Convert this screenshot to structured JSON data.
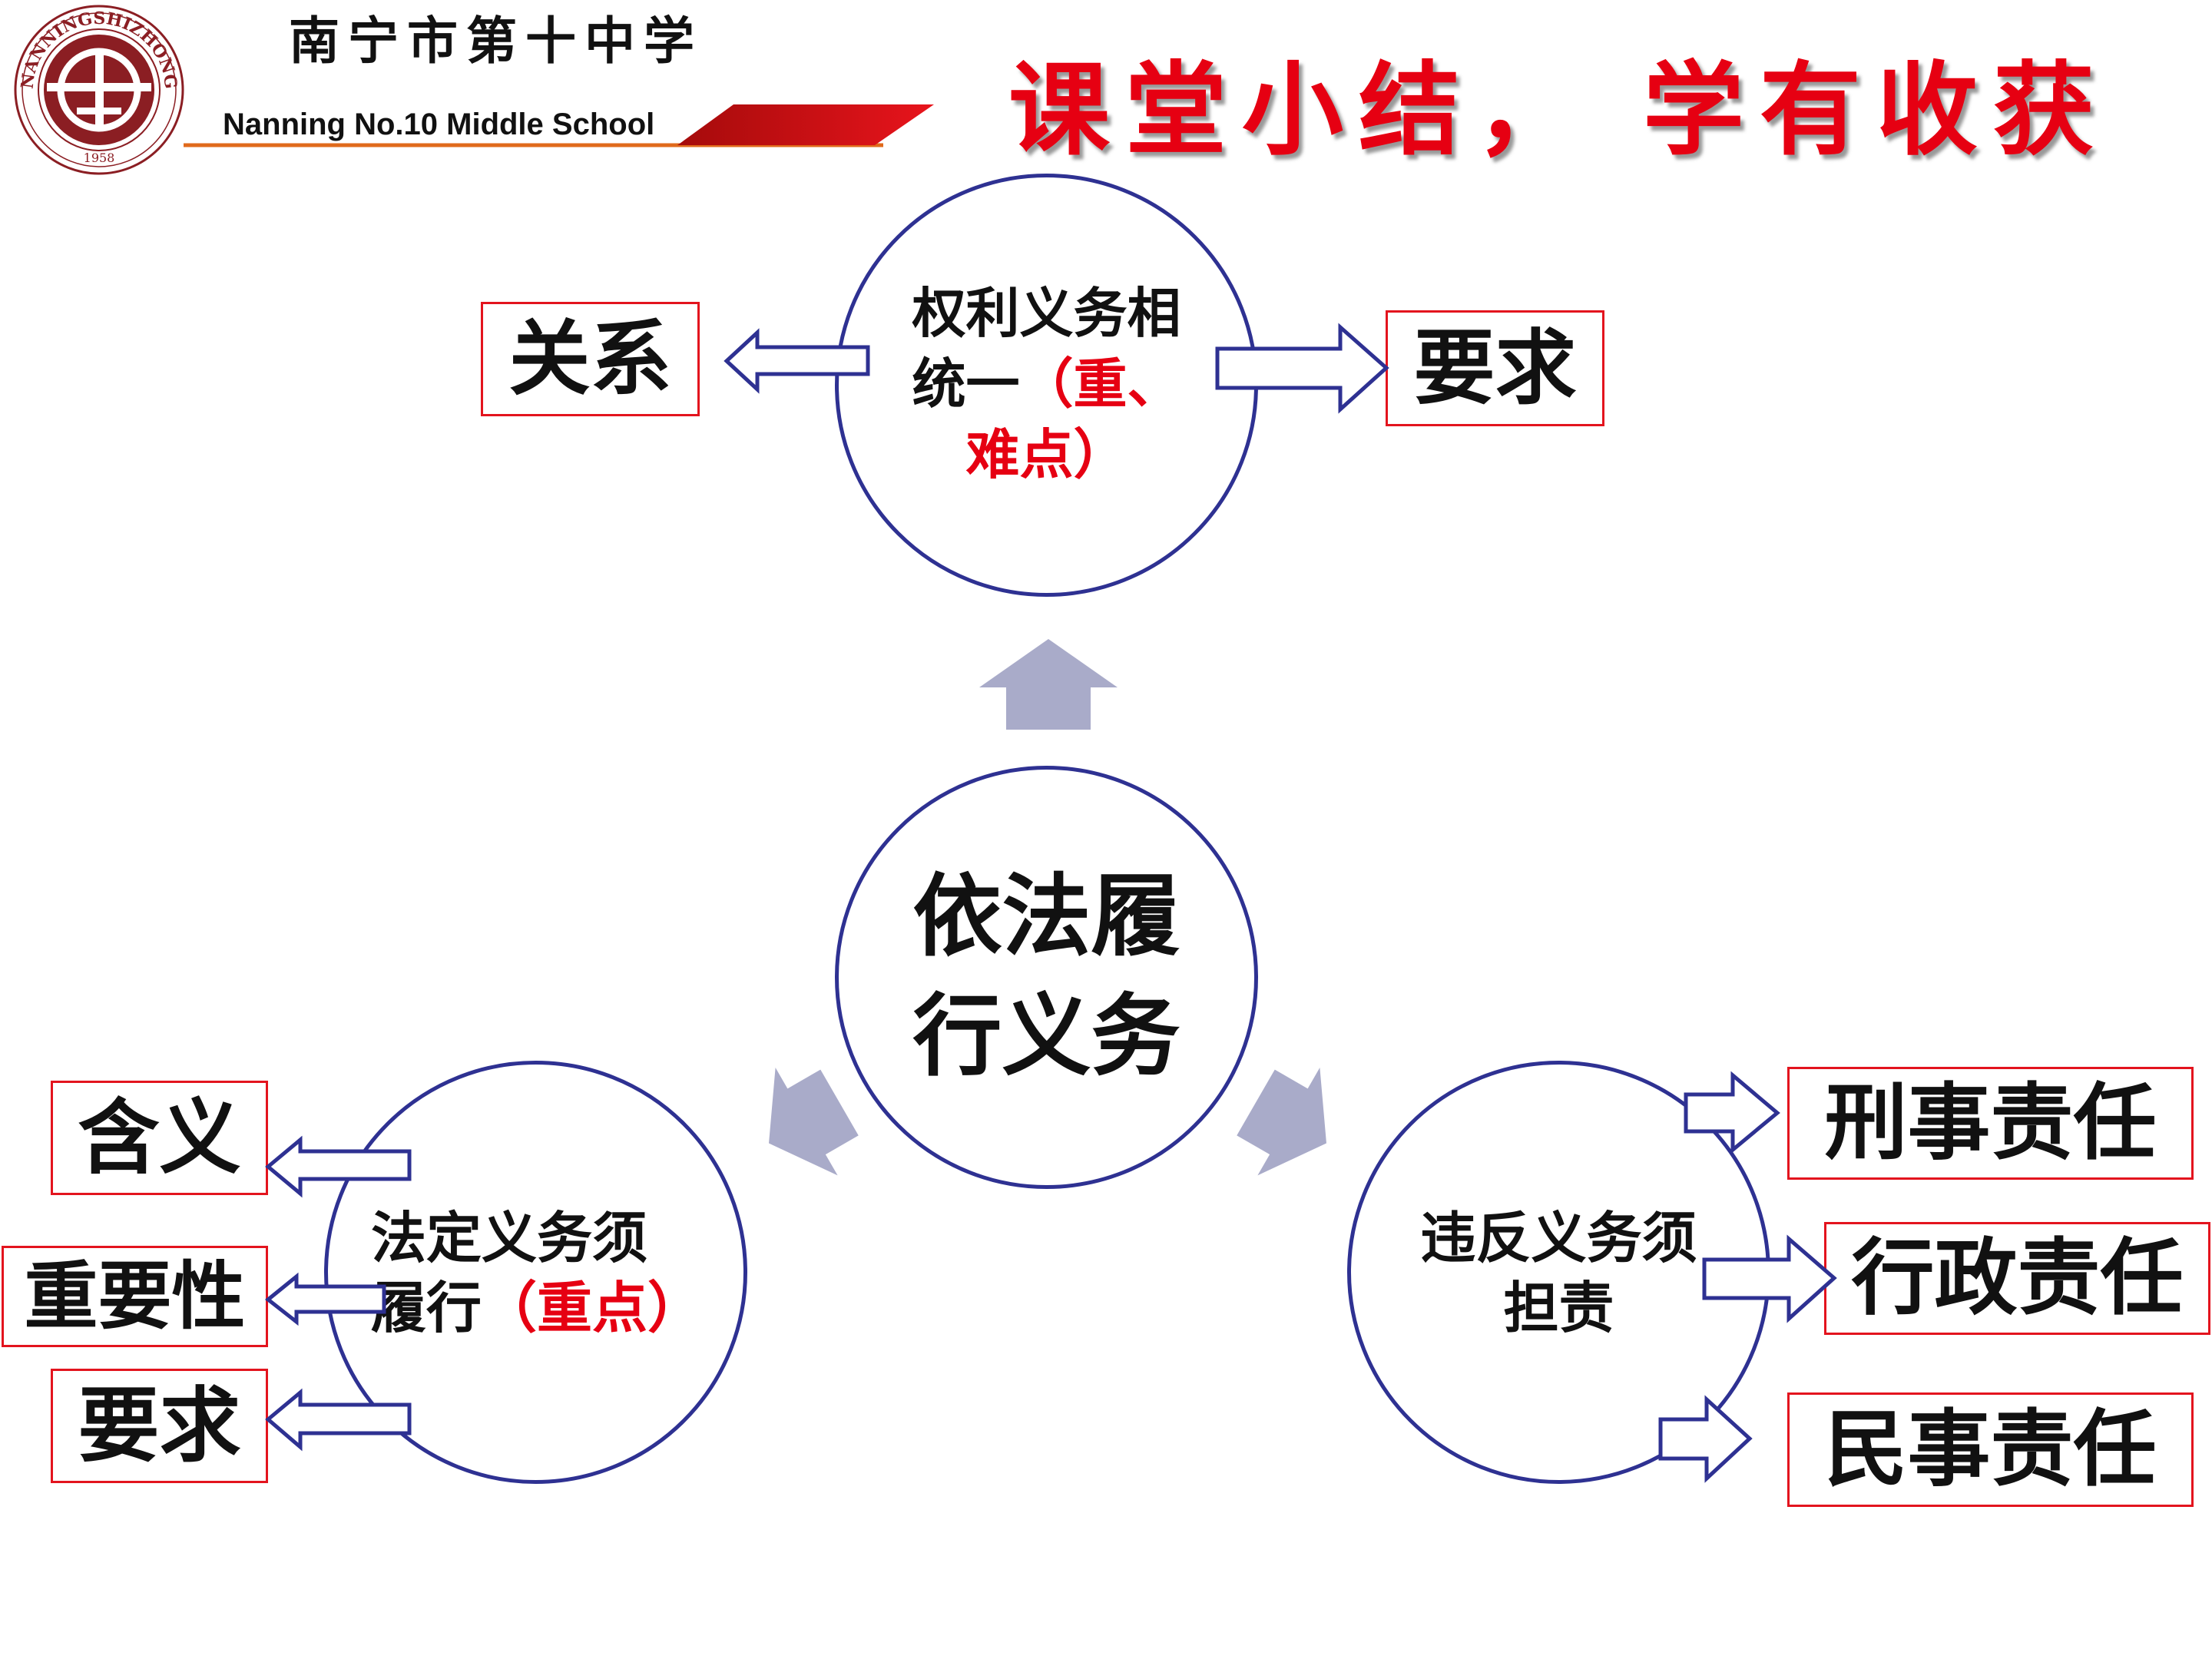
{
  "header": {
    "school_name_cn": "南宁市第十中学",
    "school_name_en": "Nanning No.10 Middle School",
    "slide_title": "课堂小结， 学有收获",
    "logo": {
      "ring_text": "NANNINGSHIZHONG",
      "year": "1958"
    }
  },
  "diagram": {
    "center_node": {
      "line1": "依法履",
      "line2": "行义务"
    },
    "top_node": {
      "line1": "权利义务相",
      "line2": "统一",
      "line2_note": "（重、",
      "line3_note": "难点）",
      "left_box": "关系",
      "right_box": "要求"
    },
    "left_node": {
      "line1": "法定义务须",
      "line2": "履行",
      "line2_note": "（重点）",
      "boxes": [
        "含义",
        "重要性",
        "要求"
      ]
    },
    "right_node": {
      "line1": "违反义务须",
      "line2": "担责",
      "boxes": [
        "刑事责任",
        "行政责任",
        "民事责任"
      ]
    }
  },
  "colors": {
    "title_red": "#e60012",
    "note_red": "#e60012",
    "node_border": "#2e3192",
    "box_border": "#e3141e",
    "connector_gray": "#a9abc9",
    "logo_red": "#8b1e23",
    "header_orange": "#e06a1b"
  }
}
